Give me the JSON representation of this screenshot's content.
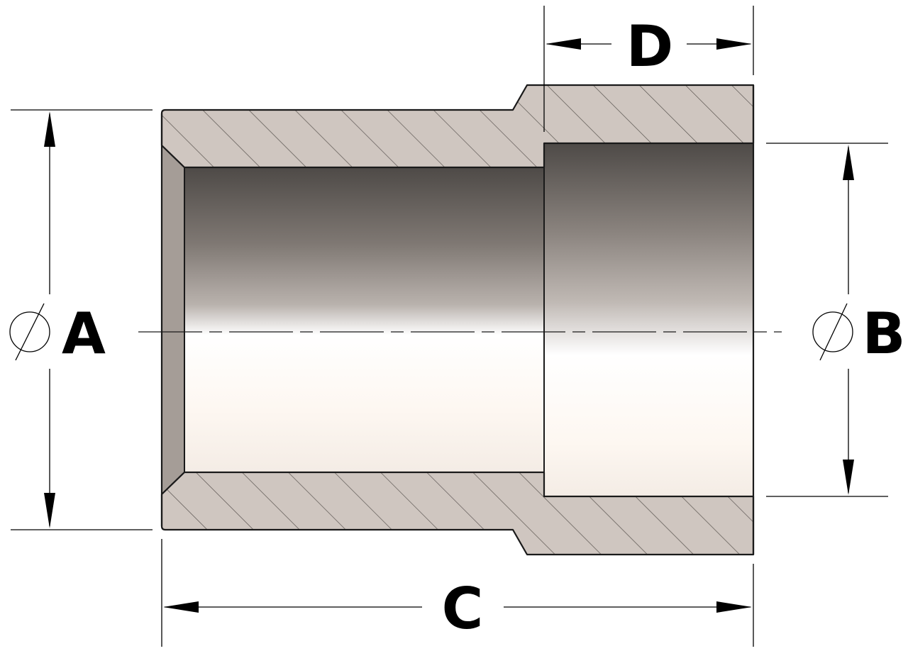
{
  "drawing": {
    "labels": {
      "a": "A",
      "b": "B",
      "c": "C",
      "d": "D"
    },
    "diameter_symbol": "⌀",
    "colors": {
      "section_fill": "#cfc6c0",
      "hatch": "#5c5652",
      "outline": "#1a1a1a",
      "bore_dark": "#4e4a47",
      "bore_light": "#fffaf5"
    }
  }
}
